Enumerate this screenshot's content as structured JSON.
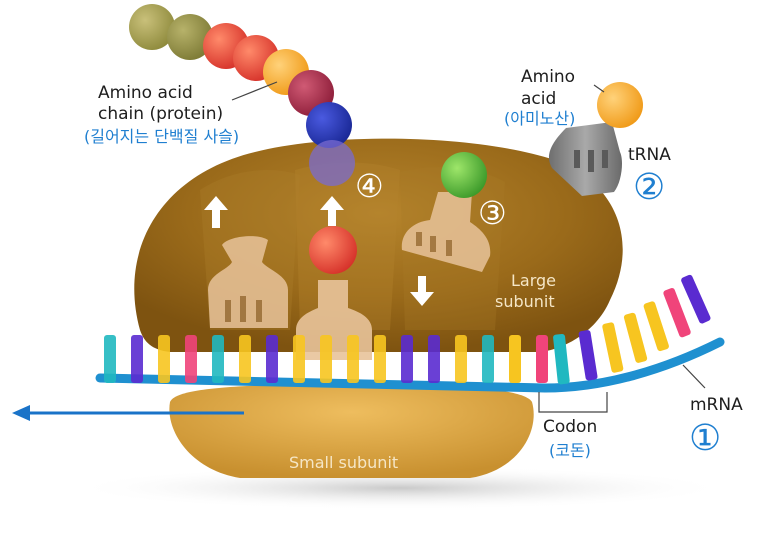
{
  "labels": {
    "chain_en_1": "Amino acid",
    "chain_en_2": "chain (protein)",
    "chain_ko": "(길어지는 단백질 사슬)",
    "amino_en_1": "Amino",
    "amino_en_2": "acid",
    "amino_ko": "(아미노산)",
    "trna": "tRNA",
    "large_1": "Large",
    "large_2": "subunit",
    "small": "Small subunit",
    "mrna": "mRNA",
    "codon": "Codon",
    "codon_ko": "(코돈)"
  },
  "steps": {
    "s1": "①",
    "s2": "②",
    "s3": "③",
    "s4": "④"
  },
  "colors": {
    "large_subunit": "#9a6a1a",
    "small_subunit": "#d9a646",
    "mrna_strand": "#1f90d0",
    "arrow_blue": "#1a73c8",
    "label_blue": "#1f7fd0",
    "trna_body": "#e8c39a",
    "trna_gray": "#8c8c8c",
    "amino_orange": "#f6a621"
  }
}
